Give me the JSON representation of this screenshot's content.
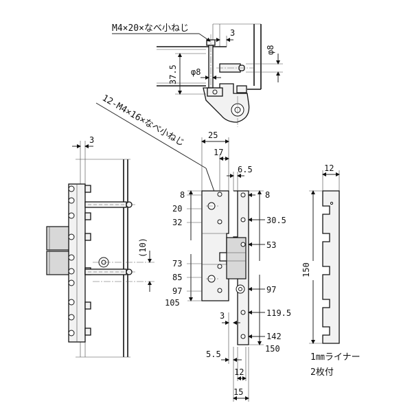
{
  "callouts": {
    "screw_top": "M4×20×なべ小ねじ",
    "screw_side": "12-M4×16×なべ小ねじ"
  },
  "top_view": {
    "dim_3": "3",
    "dim_phi8_right": "φ8",
    "dim_phi8_left": "φ8",
    "dim_37_5": "37.5"
  },
  "side_view": {
    "dim_3": "3",
    "dim_10": "(10)"
  },
  "front_view": {
    "dim_25": "25",
    "dim_17": "17",
    "dim_6_5": "6.5",
    "left_dims": [
      "8",
      "20",
      "32",
      "73",
      "85",
      "97",
      "105"
    ],
    "right_dims": [
      "8",
      "30.5",
      "53",
      "97",
      "119.5",
      "142",
      "150"
    ],
    "dim_3_bottom": "3",
    "dim_5_5": "5.5",
    "dim_12_bottom": "12",
    "dim_15": "15"
  },
  "liner": {
    "dim_12": "12",
    "dim_150": "150",
    "label_line1": "1㎜ライナー",
    "label_line2": "2枚付"
  }
}
